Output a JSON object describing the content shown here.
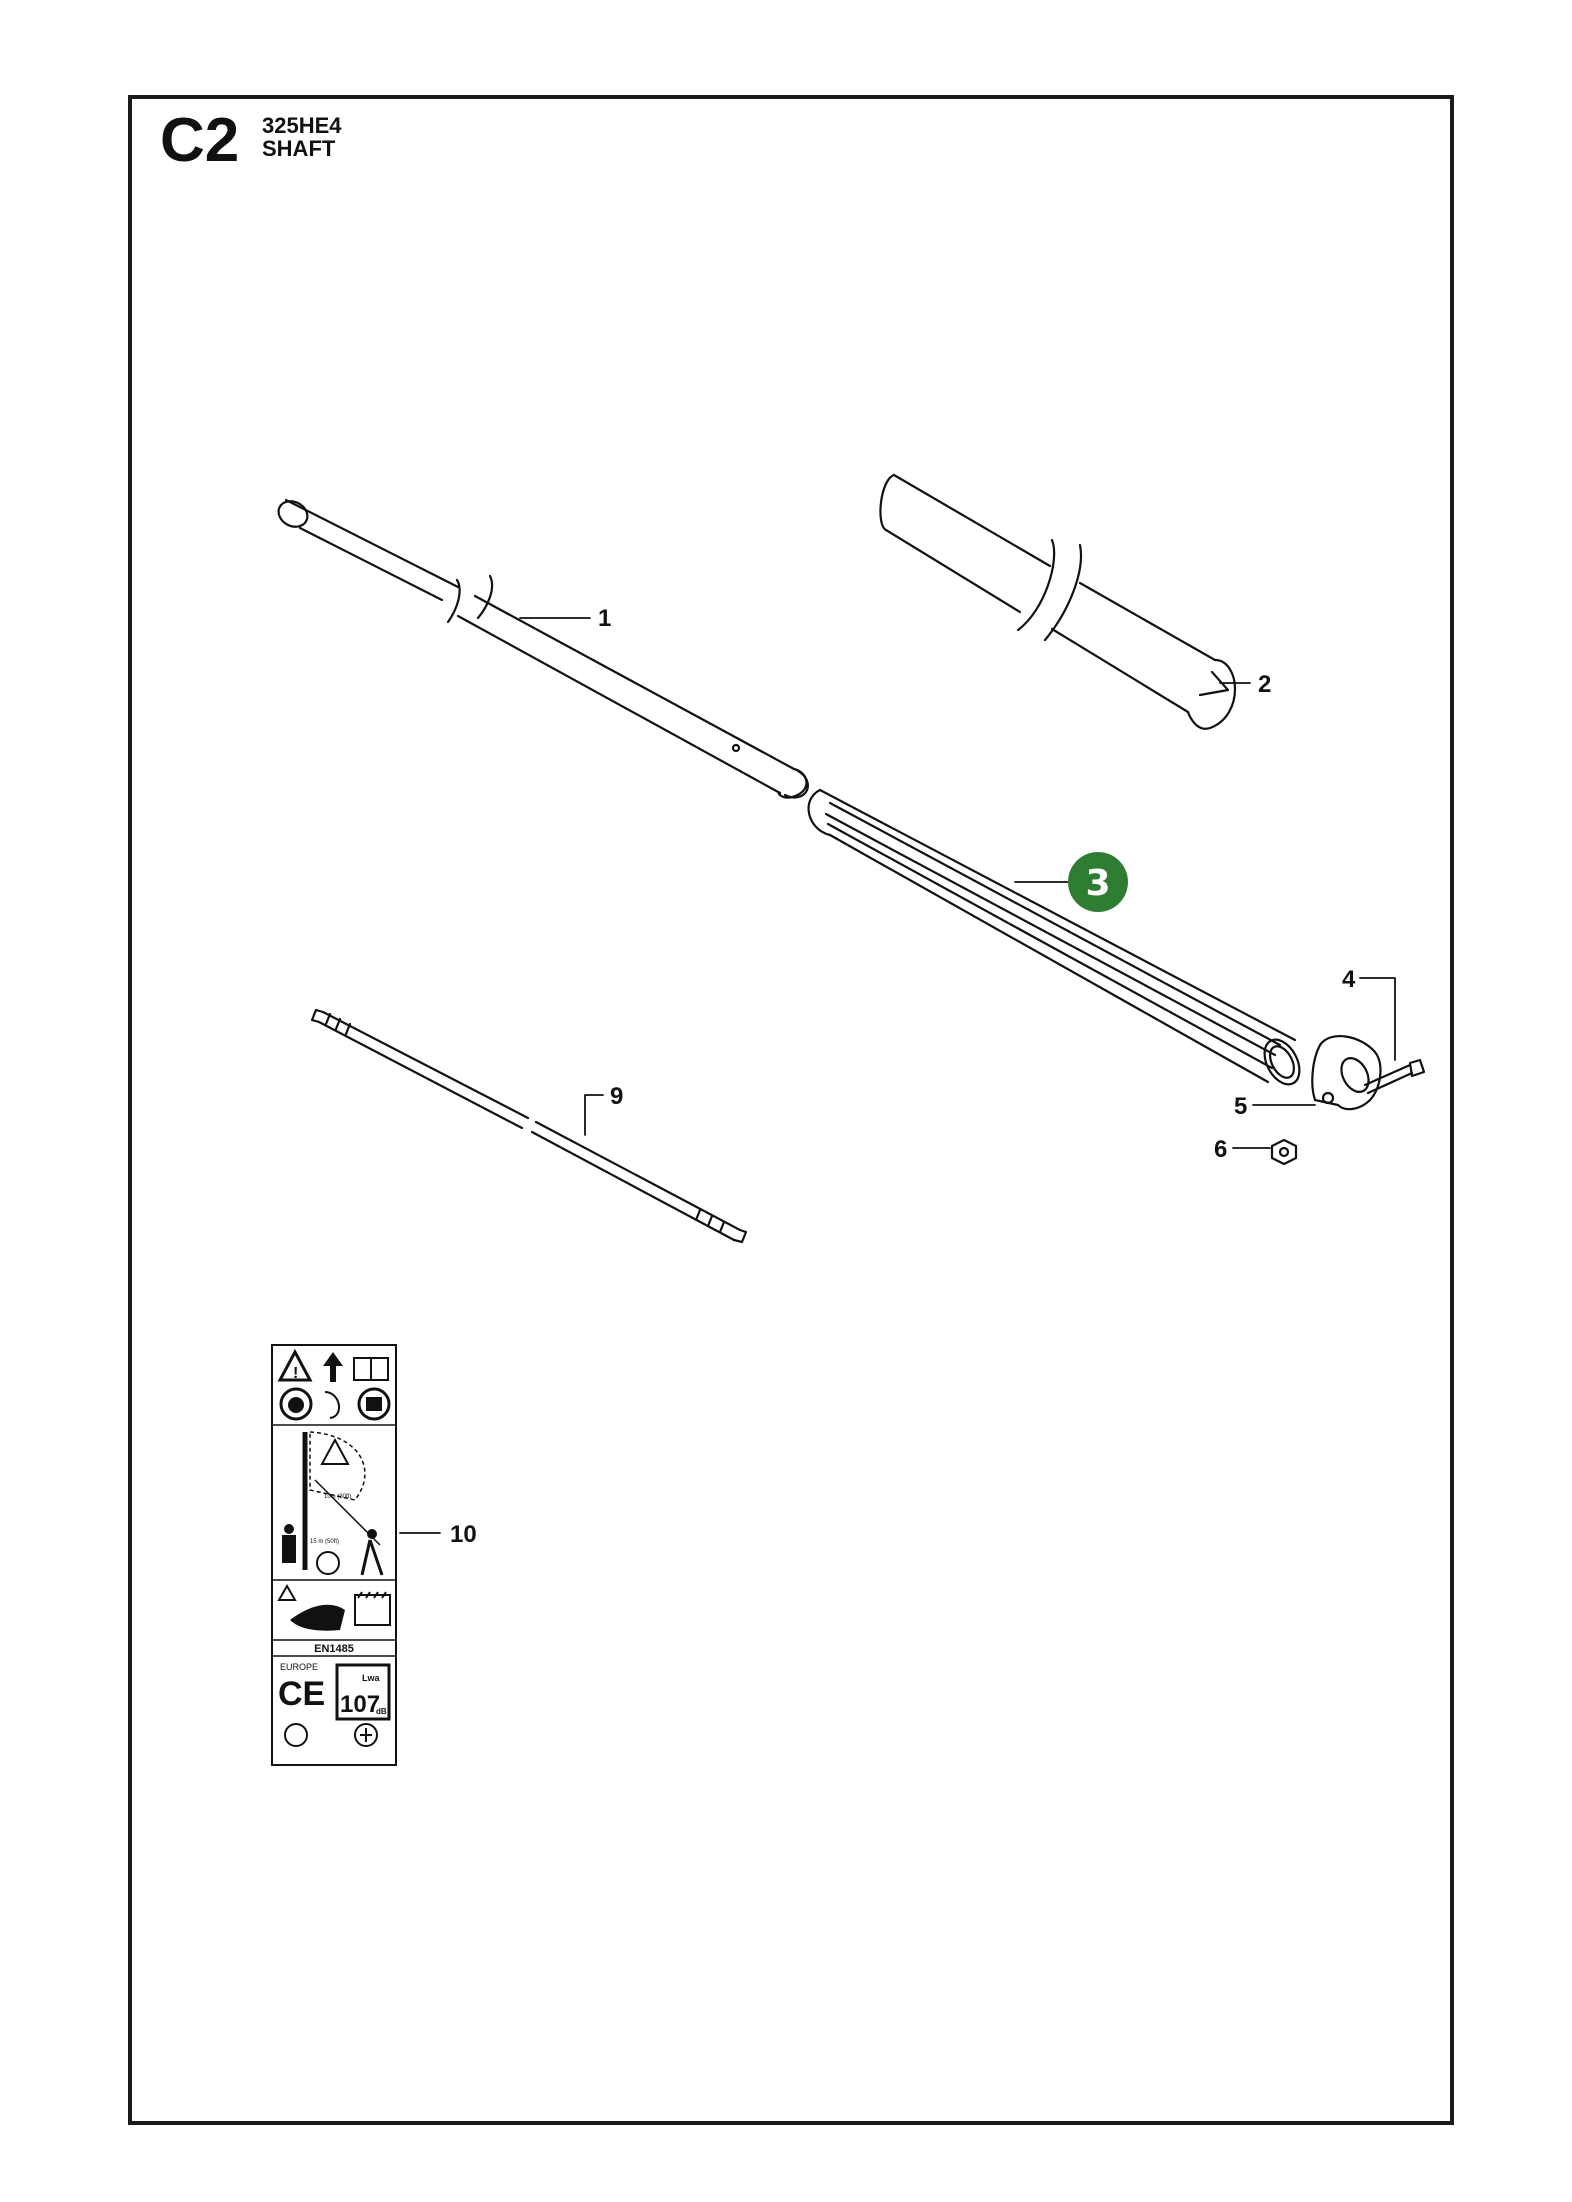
{
  "header": {
    "code": "C2",
    "model": "325HE4",
    "section": "SHAFT"
  },
  "callouts": {
    "c1": "1",
    "c2": "2",
    "c3": "3",
    "c4": "4",
    "c5": "5",
    "c6": "6",
    "c9": "9",
    "c10": "10"
  },
  "decal": {
    "standard": "EN1485",
    "region": "EUROPE",
    "ce_mark": "CE",
    "sound_unit": "Lwa",
    "sound_value": "107",
    "sound_db": "dB",
    "distance_top": "10m (30ft)",
    "distance_bottom": "15 m (50ft)"
  },
  "colors": {
    "highlight": "#2e7d32",
    "line": "#111111"
  }
}
